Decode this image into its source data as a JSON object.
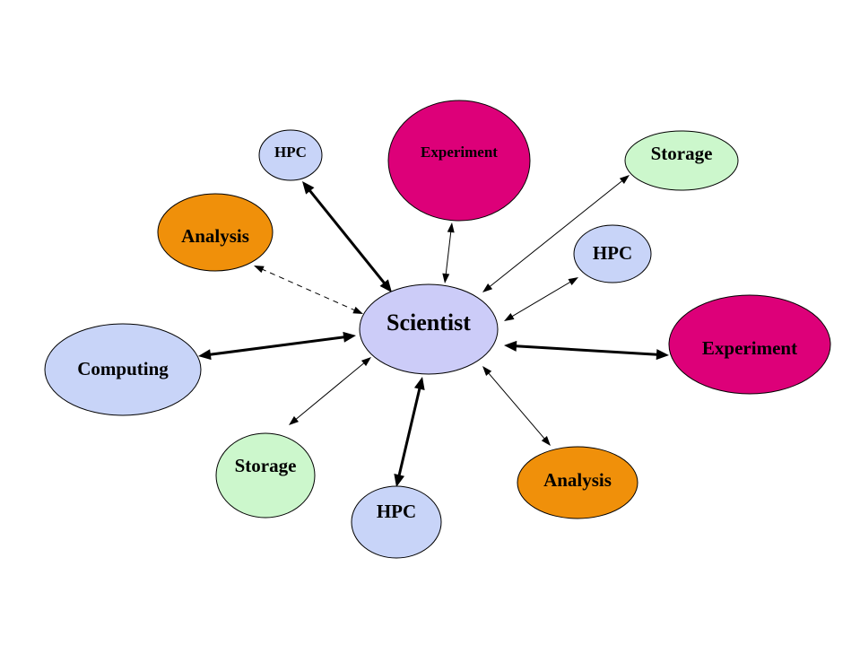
{
  "colors": {
    "hpc": "#c8d4f8",
    "experiment": "#dd0079",
    "storage": "#ccf7cc",
    "analysis": "#f0900a",
    "computing": "#c8d4f8",
    "scientist": "#ccccf8",
    "outline": "#000000",
    "edge": "#000000"
  },
  "nodes": [
    {
      "id": "scientist",
      "label": "Scientist",
      "type": "scientist"
    },
    {
      "id": "hpc-top",
      "label": "HPC",
      "type": "hpc"
    },
    {
      "id": "experiment-top",
      "label": "Experiment",
      "type": "experiment"
    },
    {
      "id": "storage-top-right",
      "label": "Storage",
      "type": "storage"
    },
    {
      "id": "analysis-left",
      "label": "Analysis",
      "type": "analysis"
    },
    {
      "id": "hpc-right",
      "label": "HPC",
      "type": "hpc"
    },
    {
      "id": "experiment-right",
      "label": "Experiment",
      "type": "experiment"
    },
    {
      "id": "computing-left",
      "label": "Computing",
      "type": "computing"
    },
    {
      "id": "storage-bottom-left",
      "label": "Storage",
      "type": "storage"
    },
    {
      "id": "hpc-bottom",
      "label": "HPC",
      "type": "hpc"
    },
    {
      "id": "analysis-bottom-right",
      "label": "Analysis",
      "type": "analysis"
    }
  ],
  "edges": [
    {
      "from": "scientist",
      "to": "hpc-top",
      "style": "bold",
      "direction": "both"
    },
    {
      "from": "scientist",
      "to": "experiment-top",
      "style": "thin",
      "direction": "both"
    },
    {
      "from": "scientist",
      "to": "storage-top-right",
      "style": "thin",
      "direction": "both"
    },
    {
      "from": "scientist",
      "to": "analysis-left",
      "style": "dashed",
      "direction": "both"
    },
    {
      "from": "scientist",
      "to": "hpc-right",
      "style": "thin",
      "direction": "both"
    },
    {
      "from": "scientist",
      "to": "experiment-right",
      "style": "bold",
      "direction": "both"
    },
    {
      "from": "scientist",
      "to": "computing-left",
      "style": "bold",
      "direction": "both"
    },
    {
      "from": "scientist",
      "to": "storage-bottom-left",
      "style": "thin",
      "direction": "both"
    },
    {
      "from": "scientist",
      "to": "hpc-bottom",
      "style": "bold",
      "direction": "both"
    },
    {
      "from": "scientist",
      "to": "analysis-bottom-right",
      "style": "thin",
      "direction": "both"
    }
  ]
}
